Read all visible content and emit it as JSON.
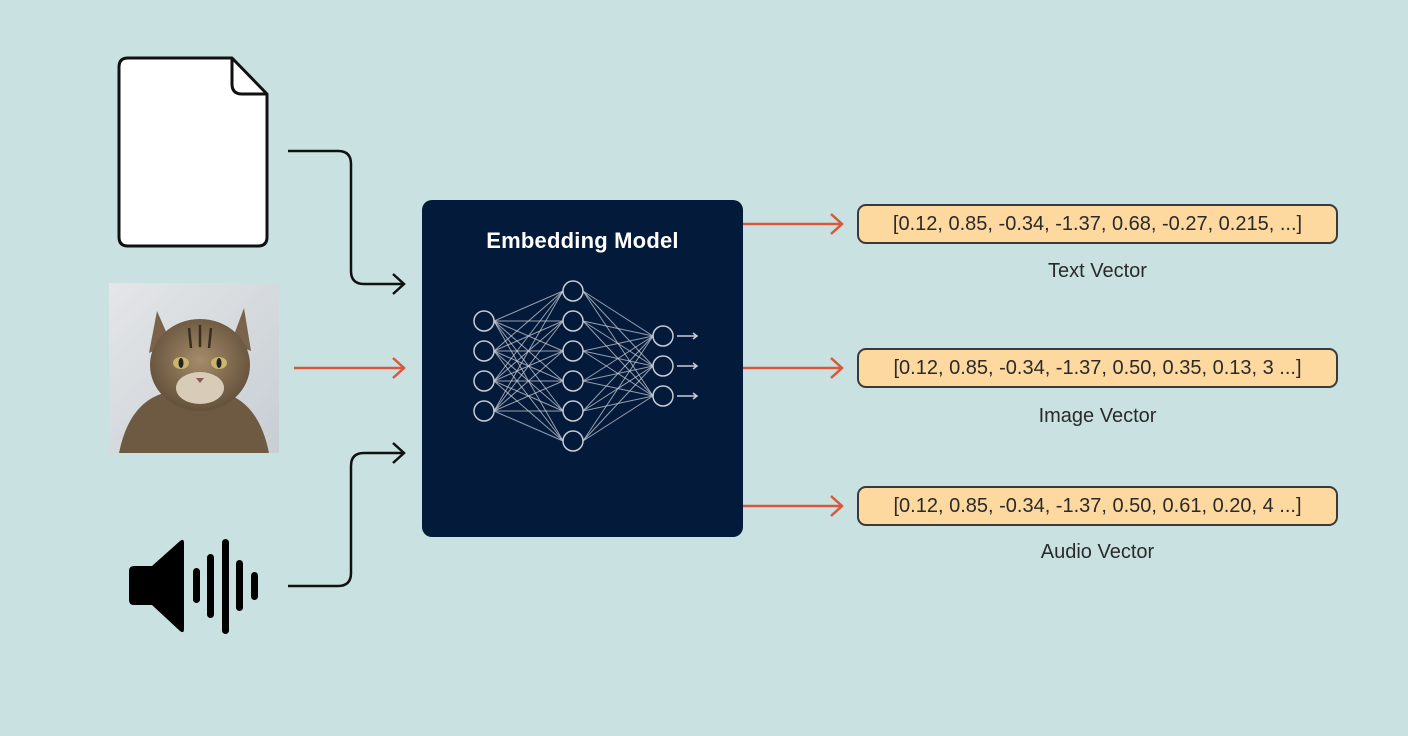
{
  "diagram": {
    "colors": {
      "background": "#c9e2e1",
      "model_bg": "#041a3b",
      "vector_bg": "#fdd9a0",
      "arrow_orange": "#d9573a",
      "arrow_black": "#111111"
    },
    "inputs": [
      {
        "name": "text",
        "icon": "document-icon"
      },
      {
        "name": "image",
        "icon": "cat-photo"
      },
      {
        "name": "audio",
        "icon": "speaker-soundwave-icon"
      }
    ],
    "model": {
      "title": "Embedding Model",
      "network_layers": [
        4,
        6,
        3
      ]
    },
    "outputs": [
      {
        "vector": "[0.12, 0.85, -0.34, -1.37, 0.68, -0.27, 0.215, ...]",
        "label": "Text Vector"
      },
      {
        "vector": "[0.12, 0.85, -0.34, -1.37, 0.50, 0.35, 0.13, 3 ...]",
        "label": "Image Vector"
      },
      {
        "vector": "[0.12, 0.85, -0.34, -1.37, 0.50, 0.61, 0.20, 4 ...]",
        "label": "Audio Vector"
      }
    ]
  }
}
